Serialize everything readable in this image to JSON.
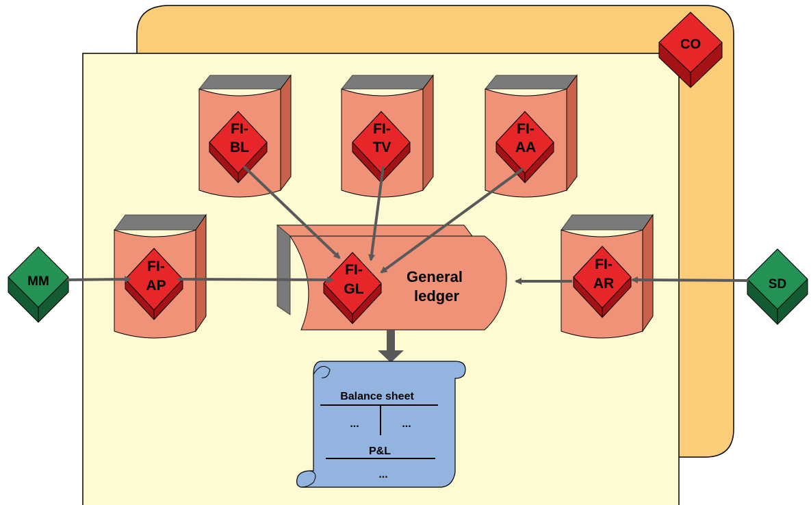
{
  "colors": {
    "co_panel": "#fbcd79",
    "fi_panel": "#fefbd2",
    "book": "#ef9277",
    "red_module": "#e62628",
    "green_module": "#239254",
    "arrow": "#595959",
    "statement": "#94b4e0"
  },
  "modules": {
    "co": "CO",
    "mm": "MM",
    "sd": "SD",
    "fi_bl": {
      "line1": "FI-",
      "line2": "BL"
    },
    "fi_tv": {
      "line1": "FI-",
      "line2": "TV"
    },
    "fi_aa": {
      "line1": "FI-",
      "line2": "AA"
    },
    "fi_ap": {
      "line1": "FI-",
      "line2": "AP"
    },
    "fi_ar": {
      "line1": "FI-",
      "line2": "AR"
    },
    "fi_gl": {
      "line1": "FI-",
      "line2": "GL"
    }
  },
  "general_ledger": {
    "line1": "General",
    "line2": "ledger"
  },
  "statement": {
    "title": "Balance sheet",
    "left_dots": "...",
    "right_dots": "...",
    "pl_label": "P&L",
    "bottom_dots": "..."
  }
}
